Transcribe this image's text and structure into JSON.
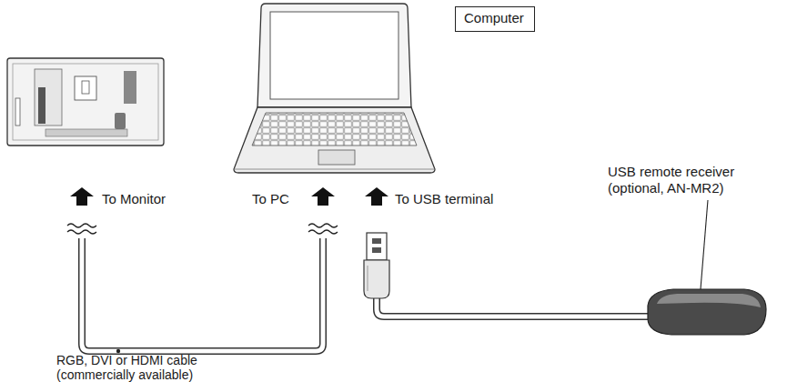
{
  "diagram": {
    "nodes": [
      {
        "text": [
          "Computer"
        ]
      }
    ],
    "labels": [
      "To Monitor",
      "To PC",
      "To USB terminal",
      "USB remote receiver (optional, AN-MR2)",
      "RGB, DVI or HDMI cable (commercially available)"
    ]
  }
}
